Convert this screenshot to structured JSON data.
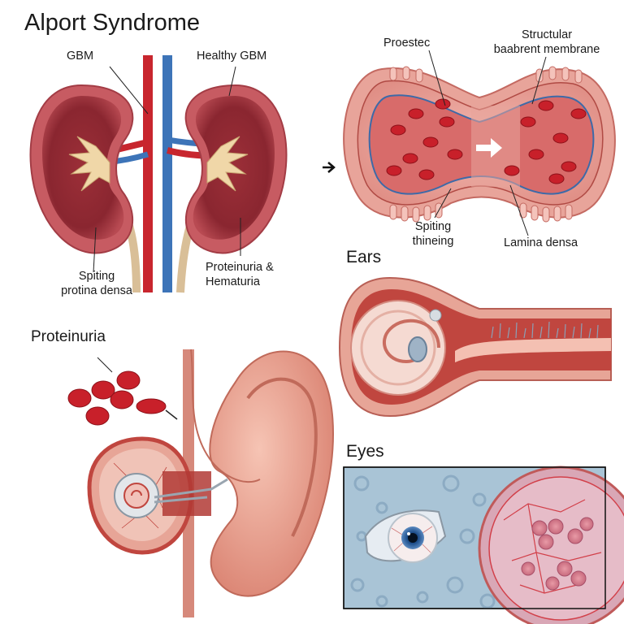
{
  "title": "Alport Syndrome",
  "sections": {
    "ears": "Ears",
    "eyes": "Eyes",
    "proteinuria": "Proteinuria"
  },
  "kidney_labels": {
    "gbm": "GBM",
    "healthy_gbm": "Healthy GBM",
    "spiting_protina_densa": [
      "Spiting",
      "protina densa"
    ],
    "proteinuria_hematuria": [
      "Proteinuria &",
      "Hematuria"
    ]
  },
  "capillary_labels": {
    "proestec": "Proestec",
    "structural_membrane": [
      "Structular",
      "baabrent membrane"
    ],
    "spiting_thineing": [
      "Spiting",
      "thineing"
    ],
    "lamina_densa": "Lamina densa"
  },
  "colors": {
    "kidney": "#b3474e",
    "kidney_inner": "#8e2a33",
    "artery": "#c8262e",
    "vein": "#3d74b8",
    "ureter": "#d9bf98",
    "pelvis": "#f0d7a8",
    "blood_cell": "#d42a2f",
    "eye_panel_bg": "#a9c4d6",
    "ear_skin": "#e49a8c"
  },
  "icons": [
    "arrow-right-icon",
    "white-arrow-icon"
  ]
}
